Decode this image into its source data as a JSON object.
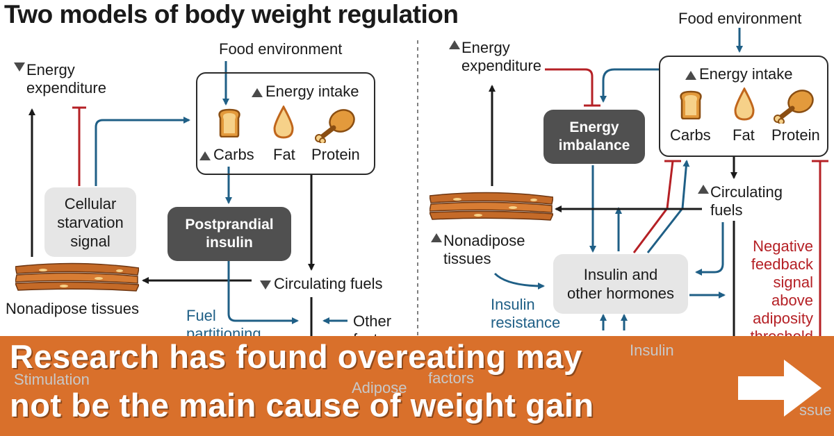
{
  "title": "Two models of body weight regulation",
  "left": {
    "food_environment": "Food environment",
    "energy_expenditure": "Energy\nexpenditure",
    "energy_intake": "Energy intake",
    "carbs": "Carbs",
    "fat": "Fat",
    "protein": "Protein",
    "cellular_starvation": "Cellular\nstarvation\nsignal",
    "postprandial_insulin": "Postprandial\ninsulin",
    "circulating_fuels": "Circulating fuels",
    "nonadipose_tissues": "Nonadipose tissues",
    "fuel_partitioning": "Fuel\npartitioning",
    "other_factors": "Other\nfactors",
    "stimulation": "Stimulation",
    "adipose": "Adipose"
  },
  "right": {
    "food_environment": "Food environment",
    "energy_expenditure": "Energy\nexpenditure",
    "energy_intake": "Energy intake",
    "energy_imbalance": "Energy\nimbalance",
    "carbs": "Carbs",
    "fat": "Fat",
    "protein": "Protein",
    "circulating_fuels": "Circulating\nfuels",
    "nonadipose_tissues": "Nonadipose\ntissues",
    "insulin_hormones": "Insulin and\nother hormones",
    "insulin_resistance": "Insulin\nresistance",
    "negative_feedback": "Negative\nfeedback\nsignal\nabove\nadiposity\nthreshold",
    "factors": "factors",
    "insulin_faded": "Insulin",
    "tissue_faded": "ssue"
  },
  "banner": {
    "line1": "Research has found overeating may",
    "line2": "not be the main cause of weight gain",
    "background": "#d9702b"
  },
  "colors": {
    "blue_arrow": "#1f5f86",
    "red_inhibit": "#b52025",
    "black_arrow": "#1a1a1a",
    "food_icon": "#e39a3c"
  },
  "icons": {
    "bread": "bread-icon",
    "fat_drop": "fat-drop-icon",
    "drumstick": "drumstick-icon",
    "muscle": "muscle-tissue-icon",
    "next": "right-arrow-icon"
  }
}
